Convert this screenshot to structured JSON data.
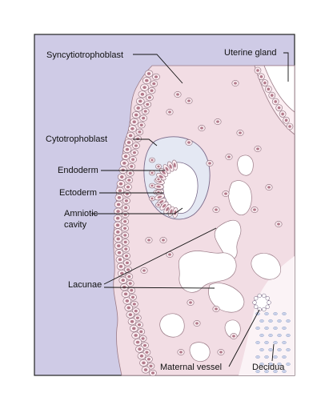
{
  "labels": {
    "syncytiotrophoblast": "Syncytiotrophoblast",
    "uterine_gland": "Uterine gland",
    "cytotrophoblast": "Cytotrophoblast",
    "endoderm": "Endoderm",
    "ectoderm": "Ectoderm",
    "amniotic_cavity_line1": "Amniotic",
    "amniotic_cavity_line2": "cavity",
    "lacunae": "Lacunae",
    "maternal_vessel": "Maternal vessel",
    "decidua": "Decidua"
  },
  "colors": {
    "background_lavender": "#cfcbe6",
    "tissue_pink": "#f2dde4",
    "cell_nucleus": "#b27a8a",
    "cell_body": "#fbeef2",
    "cavity_light": "#e4e8f3",
    "decidua_dots": "#c9d2ea"
  }
}
